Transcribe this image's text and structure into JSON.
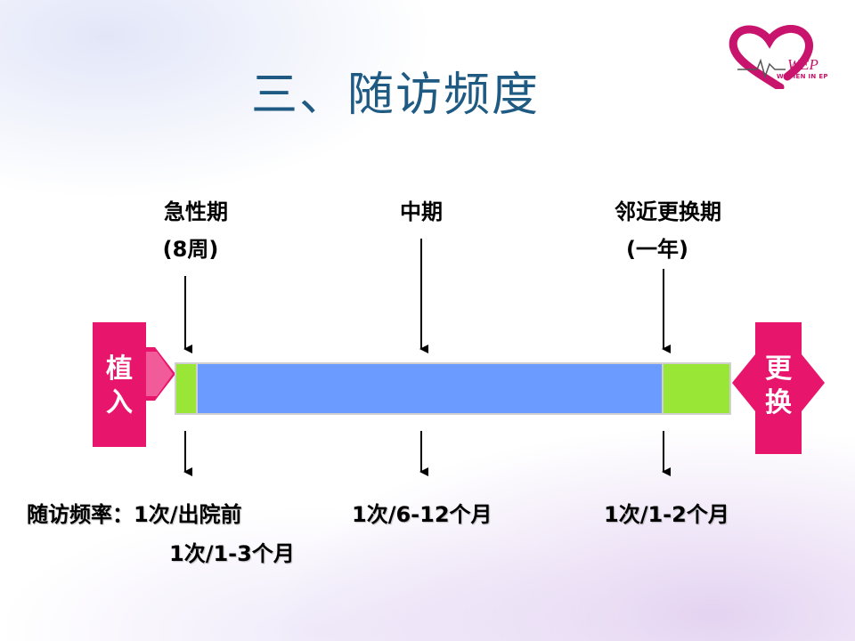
{
  "title": "三、随访频度",
  "logo": {
    "text": "WOMEN IN EP"
  },
  "start_label": [
    "植",
    "入"
  ],
  "end_label": [
    "更",
    "换"
  ],
  "phases": [
    {
      "name": "急性期",
      "sub": "(8周)"
    },
    {
      "name": "中期",
      "sub": ""
    },
    {
      "name": "邻近更换期",
      "sub": "(一年)"
    }
  ],
  "frequency": {
    "prefix": "随访频率：",
    "acute_line1": "1次/出院前",
    "acute_line2": "1次/1-3个月",
    "middle": "1次/6-12个月",
    "late": "1次/1-2个月"
  },
  "colors": {
    "title": "#1e5a82",
    "pink": "#e8156c",
    "green": "#99e636",
    "blue": "#6b9bff"
  }
}
